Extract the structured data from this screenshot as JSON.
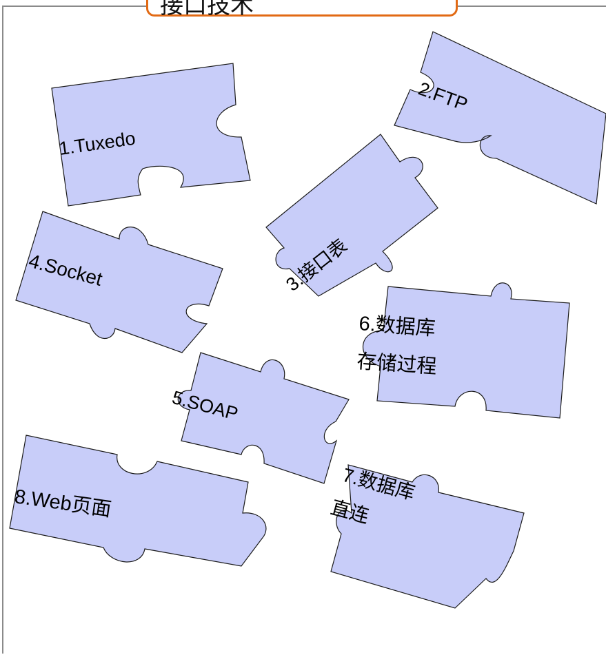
{
  "title": "接口技术",
  "colors": {
    "piece_fill": "#c8cdf9",
    "piece_stroke": "#1a1a1a",
    "title_border": "#e26a14",
    "frame": "#8a8a8a"
  },
  "pieces": [
    {
      "id": "tuxedo",
      "lines": [
        "1.Tuxedo"
      ]
    },
    {
      "id": "ftp",
      "lines": [
        "2.FTP"
      ]
    },
    {
      "id": "interface-table",
      "lines": [
        "3.接口表"
      ]
    },
    {
      "id": "socket",
      "lines": [
        "4.Socket"
      ]
    },
    {
      "id": "soap",
      "lines": [
        "5.SOAP"
      ]
    },
    {
      "id": "stored-procedure",
      "lines": [
        "6.数据库",
        "存储过程"
      ]
    },
    {
      "id": "db-direct",
      "lines": [
        "7.数据库",
        "直连"
      ]
    },
    {
      "id": "web-page",
      "lines": [
        "8.Web页面"
      ]
    }
  ]
}
